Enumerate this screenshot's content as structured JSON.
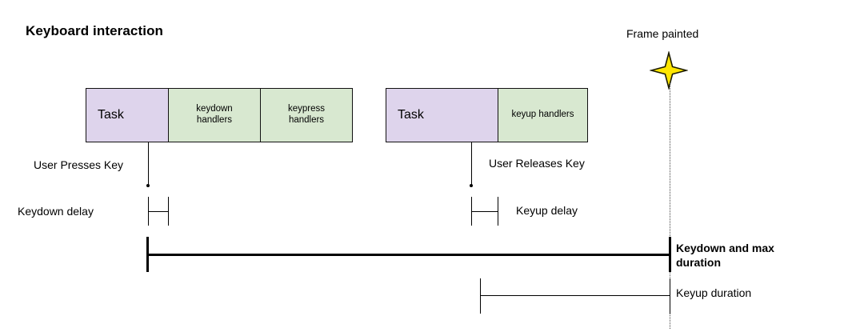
{
  "diagram": {
    "title": "Keyboard interaction",
    "colors": {
      "task_fill": "#ded4ec",
      "handler_fill": "#d8e8d0",
      "stroke": "#111111",
      "star_fill": "#ffe600",
      "star_stroke": "#1a1a00",
      "frame_line": "#444444"
    },
    "tracks": [
      {
        "name": "keydown-track",
        "boxes": [
          {
            "label": "Task",
            "kind": "task"
          },
          {
            "label": "keydown\nhandlers",
            "line1": "keydown",
            "line2": "handlers",
            "kind": "handler"
          },
          {
            "label": "keypress\nhandlers",
            "line1": "keypress",
            "line2": "handlers",
            "kind": "handler"
          }
        ]
      },
      {
        "name": "keyup-track",
        "boxes": [
          {
            "label": "Task",
            "kind": "task"
          },
          {
            "label": "keyup handlers",
            "kind": "handler"
          }
        ]
      }
    ],
    "annotations": {
      "frame_painted": "Frame painted",
      "user_presses_key": "User Presses Key",
      "user_releases_key": "User Releases Key",
      "keydown_delay": "Keydown delay",
      "keyup_delay": "Keyup delay",
      "keydown_and_max_duration": "Keydown and max duration",
      "keyup_duration": "Keyup duration"
    },
    "icons": {
      "frame_marker": "four-point-star-icon"
    }
  }
}
